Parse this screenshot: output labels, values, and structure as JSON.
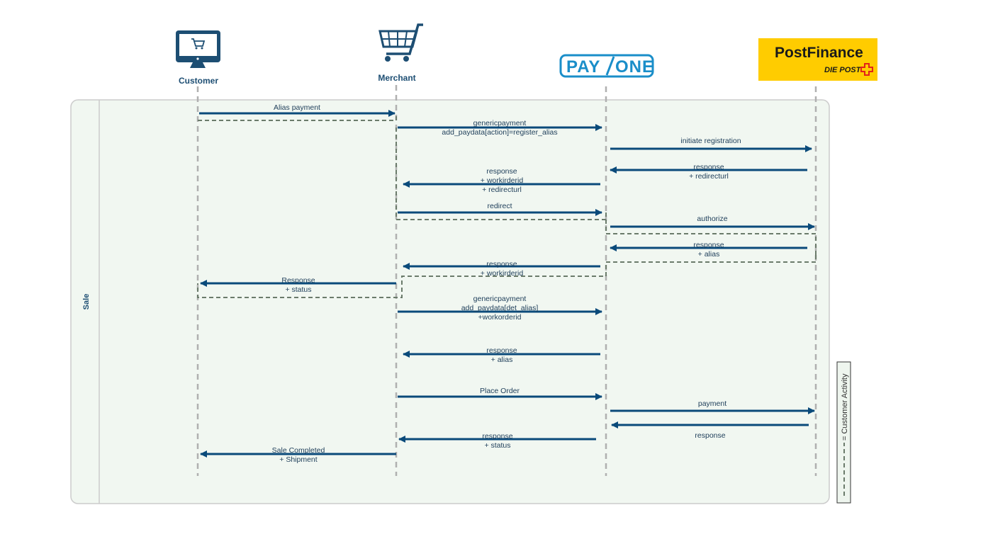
{
  "lane": {
    "label": "Sale"
  },
  "actors": {
    "customer": {
      "label": "Customer"
    },
    "merchant": {
      "label": "Merchant"
    },
    "payone": {
      "logo_text_left": "PAY",
      "logo_text_right": "ONE"
    },
    "postfinance": {
      "logo_text": "PostFinance",
      "logo_subtext": "DIE POST"
    }
  },
  "legend": {
    "label": "= Customer Activity"
  },
  "colors": {
    "arrow": "#0a4a7a",
    "lifeline": "#b0b0b0",
    "frame_fill": "#f1f7f1",
    "frame_border": "#cccccc",
    "activity_dash": "#6b7b6b",
    "postfinance_bg": "#ffcc00",
    "payone_blue": "#1a8ec9"
  },
  "messages": [
    {
      "id": "m1",
      "lines": [
        "Alias payment"
      ]
    },
    {
      "id": "m2",
      "lines": [
        "genericpayment",
        "add_paydata[action]=register_alias"
      ]
    },
    {
      "id": "m3",
      "lines": [
        "initiate registration"
      ]
    },
    {
      "id": "m4",
      "lines": [
        "response",
        "+ redirecturl"
      ]
    },
    {
      "id": "m5",
      "lines": [
        "response",
        "+ workirderid",
        "+ redirecturl"
      ]
    },
    {
      "id": "m6",
      "lines": [
        "redirect"
      ]
    },
    {
      "id": "m7",
      "lines": [
        "authorize"
      ]
    },
    {
      "id": "m8",
      "lines": [
        "response",
        "+ alias"
      ]
    },
    {
      "id": "m9",
      "lines": [
        "response",
        "+ workirderid"
      ]
    },
    {
      "id": "m10",
      "lines": [
        "Response",
        "+ status"
      ]
    },
    {
      "id": "m11",
      "lines": [
        "genericpayment",
        "add_paydata[det_alias]",
        "+workorderid"
      ]
    },
    {
      "id": "m12",
      "lines": [
        "response",
        "+ alias"
      ]
    },
    {
      "id": "m13",
      "lines": [
        "Place Order"
      ]
    },
    {
      "id": "m14",
      "lines": [
        "payment"
      ]
    },
    {
      "id": "m15",
      "lines": [
        "response"
      ]
    },
    {
      "id": "m16",
      "lines": [
        "response",
        "+ status"
      ]
    },
    {
      "id": "m17",
      "lines": [
        "Sale Completed",
        "+ Shipment"
      ]
    }
  ]
}
